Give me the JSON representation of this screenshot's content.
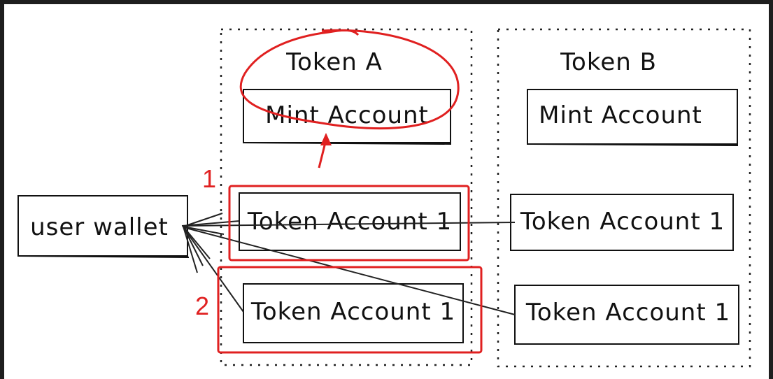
{
  "diagram": {
    "user_wallet": "user wallet",
    "token_a": {
      "title": "Token A",
      "mint": "Mint Account",
      "account_1": "Token Account 1",
      "account_2": "Token Account 1"
    },
    "token_b": {
      "title": "Token B",
      "mint": "Mint Account",
      "account_1": "Token Account 1",
      "account_2": "Token Account 1"
    }
  },
  "annotations": {
    "label_1": "1",
    "label_2": "2",
    "color": "#e02020"
  }
}
